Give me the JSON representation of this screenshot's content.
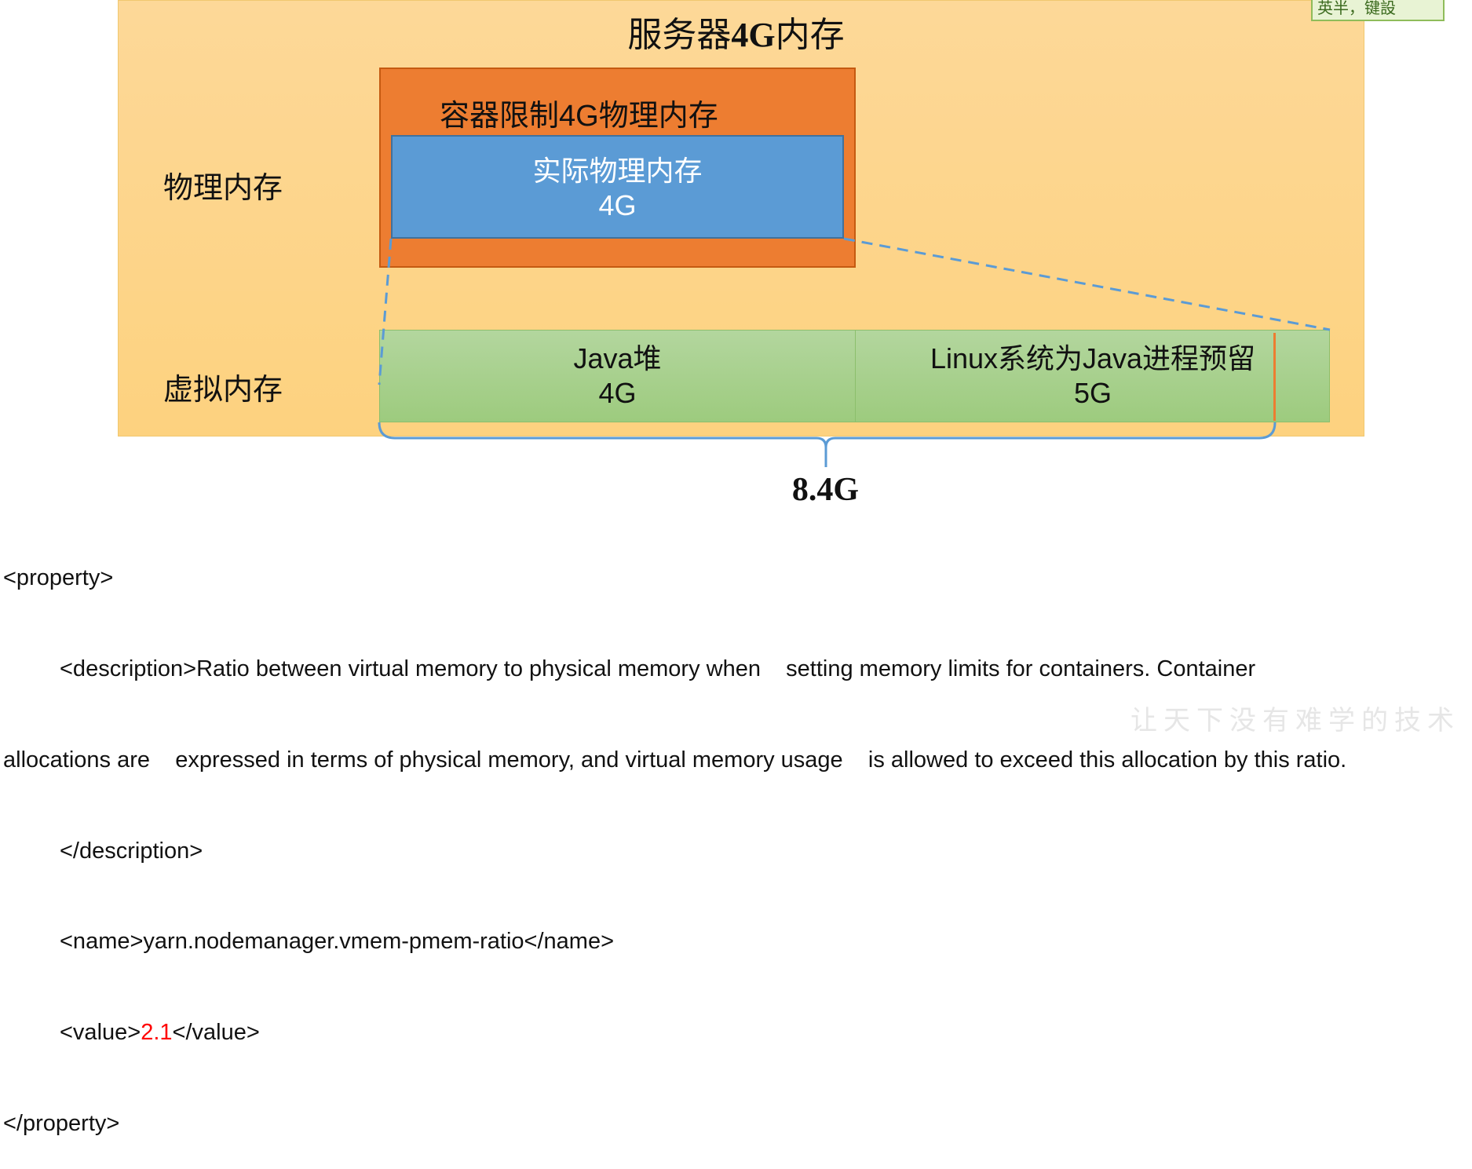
{
  "diagram": {
    "server_title_prefix": "服务器",
    "server_title_bold": "4G",
    "server_title_suffix": "内存",
    "physical_label": "物理内存",
    "virtual_label": "虚拟内存",
    "container_label": "容器限制4G物理内存",
    "actual_title": "实际物理内存",
    "actual_size": "4G",
    "java_heap_title": "Java堆",
    "java_heap_size": "4G",
    "linux_reserve_title": "Linux系统为Java进程预留",
    "linux_reserve_size": "5G",
    "total_label": "8.4G",
    "logo_text": "英半，键設",
    "colors": {
      "server_bg": "#fdd27f",
      "container": "#ed7d31",
      "actual": "#5b9bd5",
      "virtual": "#a9d18e",
      "brace": "#5b9bd5"
    }
  },
  "code": {
    "property_open": "<property>",
    "desc_line1": "<description>Ratio between virtual memory to physical memory when    setting memory limits for containers. Container",
    "desc_line2": "allocations are    expressed in terms of physical memory, and virtual memory usage    is allowed to exceed this allocation by this ratio.",
    "desc_close": "</description>",
    "name_line": "<name>yarn.nodemanager.vmem-pmem-ratio</name>",
    "value_open": "<value>",
    "value": "2.1",
    "value_close": "</value>",
    "property_close": "</property>"
  },
  "watermark_text": "让天下没有难学的技术"
}
